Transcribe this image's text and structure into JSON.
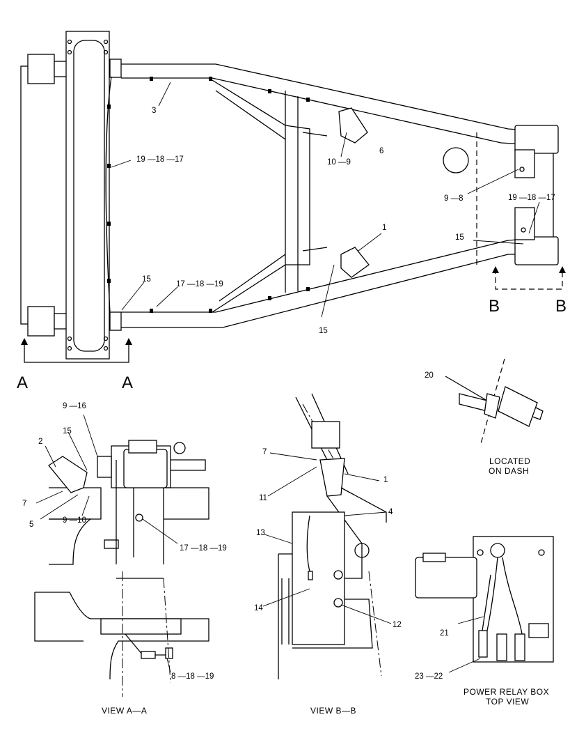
{
  "callouts": {
    "c3": "3",
    "c19_18_17_left": "19 —18 —17",
    "c15_left": "15",
    "c17_18_19_top": "17 —18 —19",
    "c10_9": "10 —9",
    "c6": "6",
    "c1_top": "1",
    "c15_mid": "15",
    "c9_8": "9 —8",
    "c19_18_17_right": "19 —18 —17",
    "c15_right": "15",
    "c20": "20",
    "c9_16": "9 —16",
    "c15_aa": "15",
    "c2": "2",
    "c7_aa": "7",
    "c5": "5",
    "c9_10": "9 —10",
    "c17_18_19_aa": "17 —18 —19",
    "c8_18_19": "8 —18 —19",
    "c7_bb": "7",
    "c11": "11",
    "c1_bb": "1",
    "c4": "4",
    "c13": "13",
    "c14": "14",
    "c12": "12",
    "c21": "21",
    "c23_22": "23 —22"
  },
  "section_markers": {
    "a_left": "A",
    "a_right": "A",
    "b_left": "B",
    "b_right": "B"
  },
  "notes": {
    "located_line1": "LOCATED",
    "located_line2": "ON DASH",
    "power_line1": "POWER RELAY BOX",
    "power_line2": "TOP VIEW"
  },
  "view_titles": {
    "view_aa": "VIEW A—A",
    "view_bb": "VIEW B—B"
  }
}
